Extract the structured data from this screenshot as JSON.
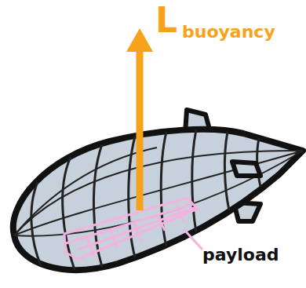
{
  "diagram": {
    "labels": [
      "L",
      "buoyancy",
      "payload"
    ]
  }
}
